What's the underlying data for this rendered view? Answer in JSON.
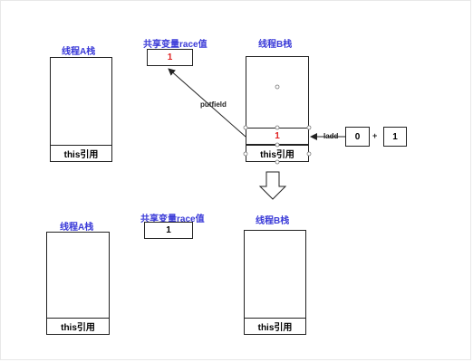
{
  "top": {
    "stack_a_title": "线程A栈",
    "stack_a_this": "this引用",
    "shared_title": "共享变量race值",
    "shared_value": "1",
    "stack_b_title": "线程B栈",
    "stack_b_value": "1",
    "stack_b_this": "this引用",
    "putfield_label": "putfield",
    "iadd_label": "Iadd",
    "operand_left": "0",
    "plus": "+",
    "operand_right": "1"
  },
  "bottom": {
    "stack_a_title": "线程A栈",
    "stack_a_this": "this引用",
    "shared_title": "共享变量race值",
    "shared_value": "1",
    "stack_b_title": "线程B栈",
    "stack_b_this": "this引用"
  },
  "colors": {
    "title_blue": "#3a3ad8",
    "value_red": "#e02020",
    "line": "#222222"
  }
}
